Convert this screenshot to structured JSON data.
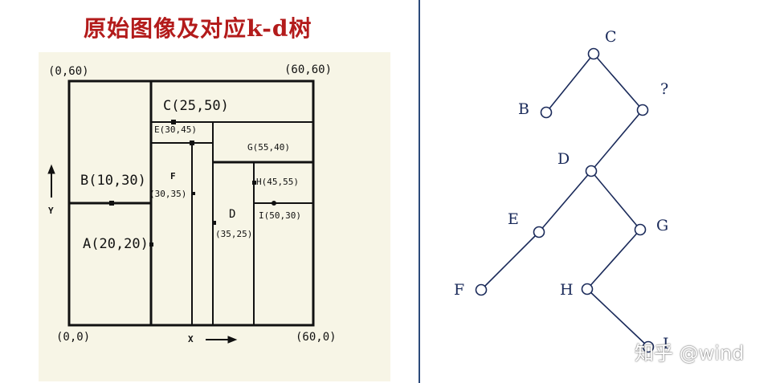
{
  "title": "原始图像及对应k-d树",
  "partition": {
    "corners": {
      "top_left": "(0,60)",
      "top_right": "(60,60)",
      "bottom_left": "(0,0)",
      "bottom_right": "(60,0)"
    },
    "axes": {
      "x": "X",
      "y": "Y"
    },
    "points": [
      {
        "id": "A",
        "label": "A(20,20)"
      },
      {
        "id": "B",
        "label": "B(10,30)"
      },
      {
        "id": "C",
        "label": "C(25,50)"
      },
      {
        "id": "D_name",
        "label": "D"
      },
      {
        "id": "D_coord",
        "label": "(35,25)"
      },
      {
        "id": "E",
        "label": "E(30,45)"
      },
      {
        "id": "F_name",
        "label": "F"
      },
      {
        "id": "F_coord",
        "label": "(30,35)"
      },
      {
        "id": "G",
        "label": "G(55,40)"
      },
      {
        "id": "H",
        "label": "H(45,55)"
      },
      {
        "id": "I",
        "label": "I(50,30)"
      }
    ]
  },
  "tree": {
    "nodes": [
      {
        "id": "C",
        "label": "C"
      },
      {
        "id": "B",
        "label": "B"
      },
      {
        "id": "Q",
        "label": "?"
      },
      {
        "id": "D",
        "label": "D"
      },
      {
        "id": "E",
        "label": "E"
      },
      {
        "id": "G",
        "label": "G"
      },
      {
        "id": "F",
        "label": "F"
      },
      {
        "id": "H",
        "label": "H"
      },
      {
        "id": "I",
        "label": "I"
      }
    ],
    "edges": [
      [
        "C",
        "B"
      ],
      [
        "C",
        "Q"
      ],
      [
        "Q",
        "D"
      ],
      [
        "D",
        "E"
      ],
      [
        "D",
        "G"
      ],
      [
        "E",
        "F"
      ],
      [
        "G",
        "H"
      ],
      [
        "H",
        "I"
      ]
    ]
  },
  "watermark": "知乎 @wind",
  "colors": {
    "title": "#b31b1b",
    "panel": "#f7f5e6",
    "divider": "#2b4a7a",
    "tree": "#1a2a5a"
  }
}
